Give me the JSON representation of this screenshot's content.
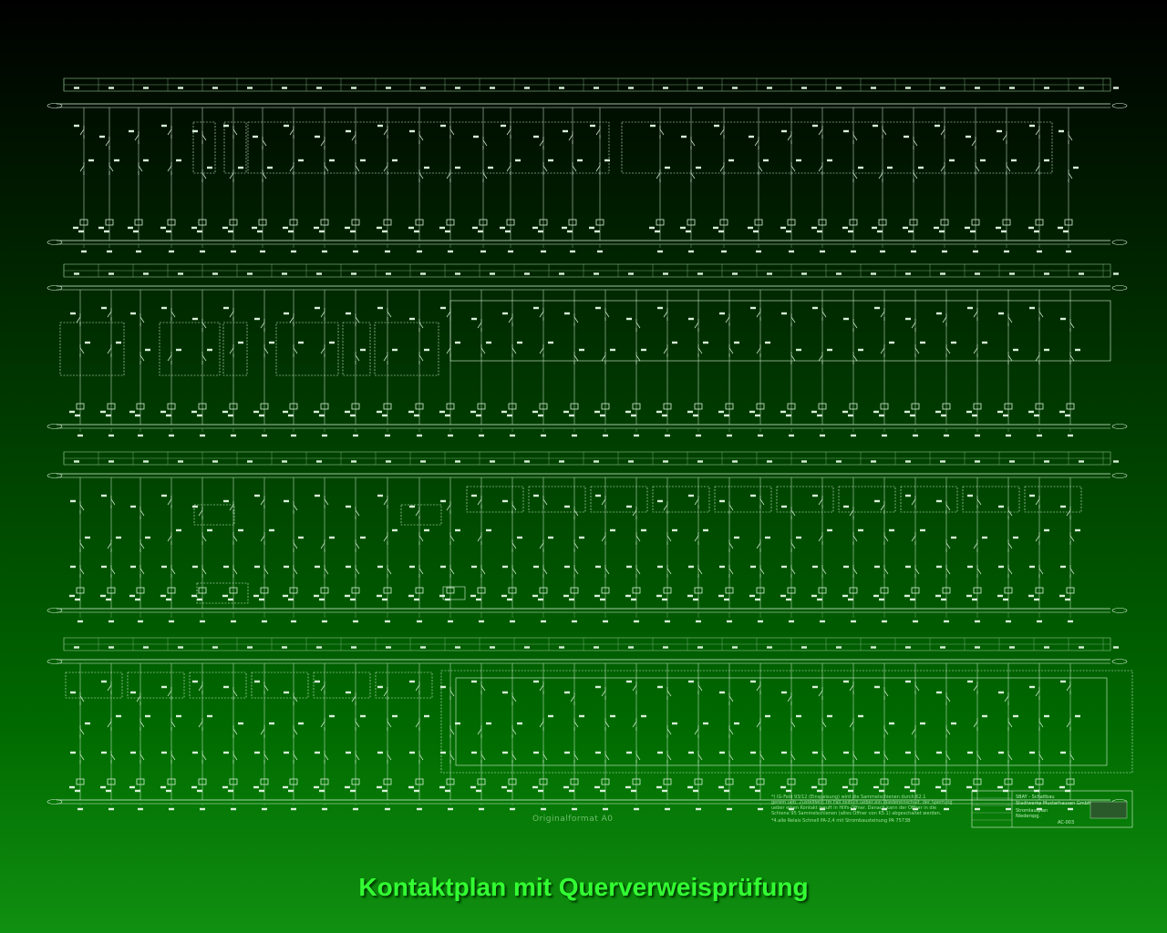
{
  "caption": "Kontaktplan mit Querverweisprüfung",
  "original_format": "Originalformat A0",
  "colors": {
    "line": "#d8f0d8",
    "dim_line": "#8fc08f",
    "caption": "#33ff33"
  },
  "notes": [
    "*) IG-Feld 93/12 (Einspeisung) wird die Sammelschienen durch K2.1",
    "gerem ueb. Zustellfeld: Im Fall zeitlich ueber ein Wiedereinschalt. der Sperrung",
    "ueber einen Kontakt laeuft in Hilfs-Offner. Danach kann der Offner in die",
    "Schiene 95 Sammelschienen (altes Offner von K5.1) abgeschaltet werden.",
    "*4.alle Relais Schnell PA-2,4 mit Strombausteinung PA 7573B"
  ],
  "title_block": {
    "company": "SBAY - Schaltbau",
    "company2": "Stadtwerke Musterhausen GmbH",
    "drawing": "Stromlaufplan",
    "drawing2": "Niederspg.",
    "sheet_no": "AC-003"
  }
}
